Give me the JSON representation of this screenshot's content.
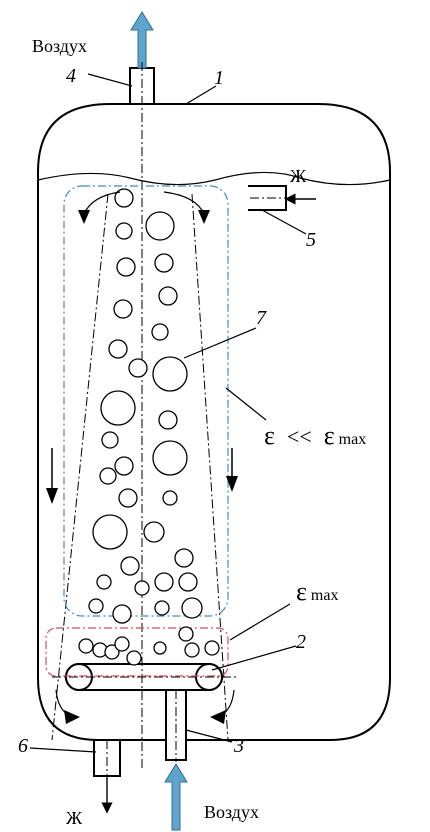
{
  "labels": {
    "air_top": "Воздух",
    "air_bottom": "Воздух",
    "liquid_in": "Ж",
    "liquid_out": "Ж",
    "eps_low_symbol": "ε",
    "eps_low_ops": "<<",
    "eps_low_symbol2": "ε",
    "eps_low_sub": "max",
    "eps_max_symbol": "ε",
    "eps_max_sub": "max"
  },
  "parts": {
    "p1": "1",
    "p2": "2",
    "p3": "3",
    "p4": "4",
    "p5": "5",
    "p6": "6",
    "p7": "7"
  },
  "colors": {
    "air_arrow": "#5fa4cf",
    "upper_zone": "#3c8fc0",
    "lower_zone": "#d24c58",
    "outline": "#000000"
  }
}
